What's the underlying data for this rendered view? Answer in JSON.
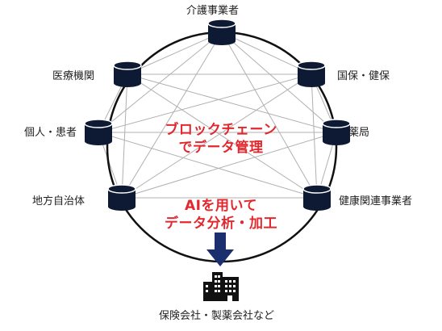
{
  "colors": {
    "db": "#0e1a33",
    "ring": "#111111",
    "mesh": "#b0b0b0",
    "accent": "#e2282e",
    "arrow": "#1b2f6e",
    "text": "#222222"
  },
  "nodes": [
    {
      "id": "care",
      "label": "介護事業者"
    },
    {
      "id": "insurance",
      "label": "国保・健保"
    },
    {
      "id": "pharmacy",
      "label": "薬局"
    },
    {
      "id": "health",
      "label": "健康関連事業者"
    },
    {
      "id": "local",
      "label": "地方自治体"
    },
    {
      "id": "patient",
      "label": "個人・患者"
    },
    {
      "id": "medical",
      "label": "医療機関"
    }
  ],
  "center": {
    "line1": "ブロックチェーン",
    "line2": "でデータ管理",
    "line3": "AIを用いて",
    "line4": "データ分析・加工"
  },
  "target": {
    "label": "保険会社・製薬会社など",
    "icon": "building-icon"
  }
}
